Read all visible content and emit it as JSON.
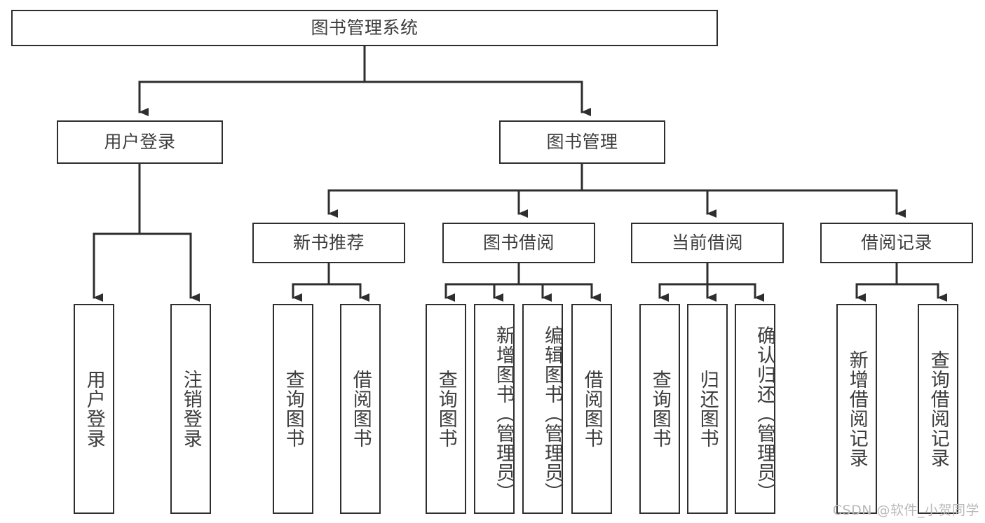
{
  "diagram": {
    "title": "图书管理系统",
    "type": "hierarchy-tree",
    "orientation": "top-down",
    "colors": {
      "background": "#ffffff",
      "box_border": "#2e2e2e",
      "box_fill": "#ffffff",
      "text": "#3d3d3d",
      "connector": "#2e2e2e",
      "watermark": "#b9b9b9"
    },
    "root": {
      "label": "图书管理系统"
    },
    "level1": [
      {
        "label": "用户登录"
      },
      {
        "label": "图书管理"
      }
    ],
    "level2": [
      {
        "label": "新书推荐"
      },
      {
        "label": "图书借阅"
      },
      {
        "label": "当前借阅"
      },
      {
        "label": "借阅记录"
      }
    ],
    "leaves": {
      "user_login": [
        {
          "label": "用户登录"
        },
        {
          "label": "注销登录"
        }
      ],
      "new_book_recommend": [
        {
          "label": "查询图书"
        },
        {
          "label": "借阅图书"
        }
      ],
      "book_borrow": [
        {
          "label": "查询图书"
        },
        {
          "label": "新增图书（管理员）"
        },
        {
          "label": "编辑图书（管理员）"
        },
        {
          "label": "借阅图书"
        }
      ],
      "current_borrow": [
        {
          "label": "查询图书"
        },
        {
          "label": "归还图书"
        },
        {
          "label": "确认归还（管理员）"
        }
      ],
      "borrow_records": [
        {
          "label": "新增借阅记录"
        },
        {
          "label": "查询借阅记录"
        }
      ]
    }
  },
  "watermark": {
    "text": "CSDN @软件_小贺同学"
  }
}
